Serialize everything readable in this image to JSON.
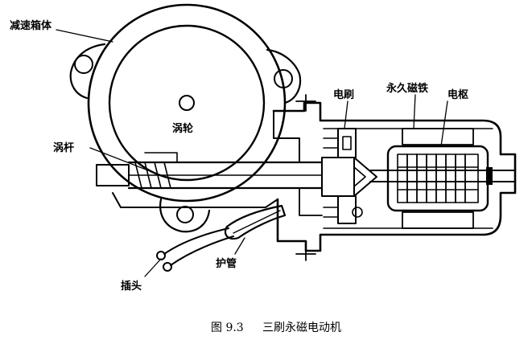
{
  "figure": {
    "caption_number": "图 9.3",
    "caption_title": "三刷永磁电动机"
  },
  "labels": {
    "gearbox_housing": "减速箱体",
    "worm_wheel": "涡轮",
    "worm": "涡杆",
    "brush": "电刷",
    "permanent_magnet": "永久磁铁",
    "armature": "电枢",
    "protective_tube": "护管",
    "plug": "插头"
  }
}
